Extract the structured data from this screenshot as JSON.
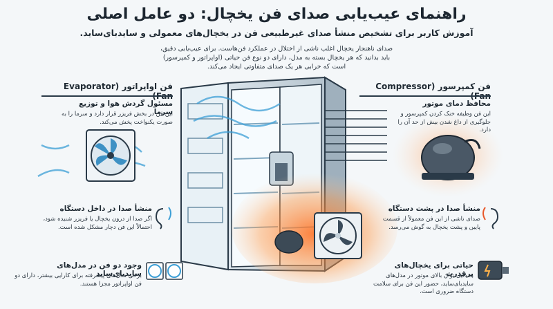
{
  "header": {
    "title": "راهنمای عیب‌یابی صدای فن یخچال: دو عامل اصلی",
    "subtitle": "آموزش کاربر برای تشخیص منشأ صدای غیرطبیعی فن در یخچال‌های معمولی و ساید‌بای‌ساید.",
    "intro": "صدای ناهنجار یخچال اغلب ناشی از اختلال در عملکرد فن‌هاست. برای عیب‌یابی دقیق، باید بدانید که هر یخچال بسته به مدل، دارای دو نوع فن حیاتی (اواپراتور و کمپرسور) است که خرابی هر یک صدای متفاوتی ایجاد می‌کند."
  },
  "evaporator": {
    "heading": "فن اواپراتور (Evaporator Fan)",
    "role_title": "مسئول گردش هوا و توزیع سرما",
    "role_text": "این فن در بخش فریزر قرار دارد و سرما را به صورت یکنواخت پخش می‌کند.",
    "source_title": "منشأ صدا در داخل دستگاه",
    "source_text": "اگر صدا از درون یخچال یا فریزر شنیده شود، احتمالاً این فن دچار مشکل شده است.",
    "sbs_title": "وجود دو فن در مدل‌های ساید‌بای‌ساید",
    "sbs_text": "برخی مدل‌های پیشرفته برای کارایی بیشتر، دارای دو فن اواپراتور مجزا هستند."
  },
  "compressor": {
    "heading": "فن کمپرسور (Compressor Fan)",
    "role_title": "محافظ دمای موتور",
    "role_text": "این فن وظیفه خنک کردن کمپرسور و جلوگیری از داغ شدن بیش از حد آن را دارد.",
    "source_title": "منشأ صدا در پشت دستگاه",
    "source_text": "صدای ناشی از این فن معمولاً از قسمت پایین و پشت یخچال به گوش می‌رسد.",
    "vital_title": "حیاتی برای یخچال‌های پرقدرت",
    "vital_text": "به دلیل توان بالای موتور در مدل‌های ساید‌بای‌ساید، حضور این فن برای سلامت دستگاه ضروری است."
  },
  "icons": [
    "fan-icon",
    "ear-icon",
    "compressor-icon",
    "fridge-illustration",
    "twin-fan-icon",
    "motor-icon"
  ],
  "colors": {
    "cold": "#3d9fd6",
    "hot": "#e8582a",
    "dark": "#2a3a48"
  }
}
